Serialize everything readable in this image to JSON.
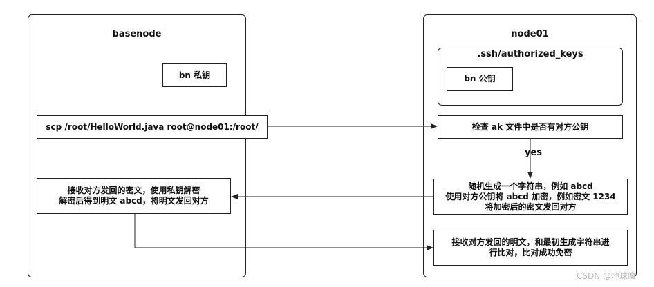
{
  "basenode": {
    "title": "basenode",
    "private_key": "bn 私钥",
    "scp_command": "scp /root/HelloWorld.java root@node01:/root/",
    "decrypt_lines": [
      "接收对方发回的密文，使用私钥解密",
      "解密后得到明文 abcd，将明文发回对方"
    ]
  },
  "node01": {
    "title": "node01",
    "authorized_keys_title": ".ssh/authorized_keys",
    "public_key": "bn 公钥",
    "check": "检查 ak 文件中是否有对方公钥",
    "yes_label": "yes",
    "random_lines": [
      "随机生成一个字符串，例如 abcd",
      "使用对方公钥将 abcd 加密，例如密文 1234",
      "将加密后的密文发回对方"
    ],
    "compare_lines": [
      "接收对方发回的明文，和最初生成字符串进",
      "行比对，比对成功免密"
    ]
  },
  "watermark": "CSDN @地球魔",
  "colors": {
    "stroke": "#222222",
    "watermark": "#bbbbbb"
  }
}
